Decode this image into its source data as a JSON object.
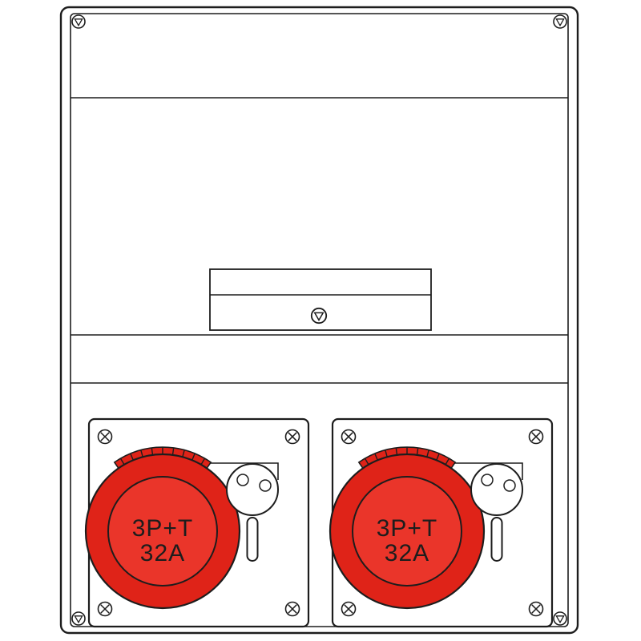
{
  "diagram": {
    "colors": {
      "background": "#ffffff",
      "line": "#1d1d1d",
      "cap_red": "#df2318",
      "cap_red_inner": "#ea352a"
    },
    "sockets": [
      {
        "position": "left",
        "label_line1": "3P+T",
        "label_line2": "32A",
        "cap_color": "#df2318",
        "cap_inner_color": "#ea352a"
      },
      {
        "position": "right",
        "label_line1": "3P+T",
        "label_line2": "32A",
        "cap_color": "#df2318",
        "cap_inner_color": "#ea352a"
      }
    ]
  }
}
